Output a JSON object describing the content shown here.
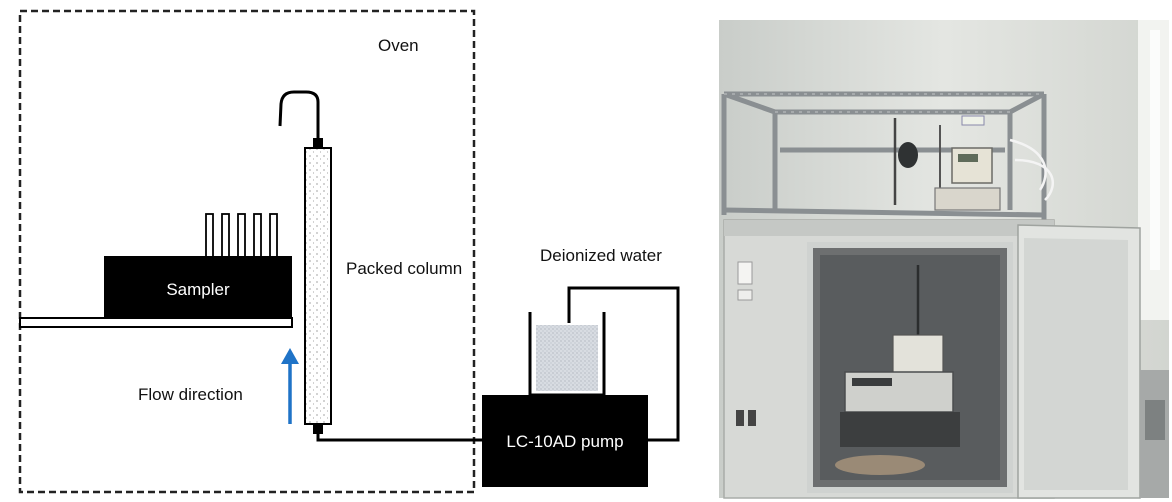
{
  "diagram": {
    "labels": {
      "oven": "Oven",
      "packed_column": "Packed column",
      "deionized_water": "Deionized water",
      "sampler": "Sampler",
      "flow_direction": "Flow direction",
      "pump": "LC-10AD pump"
    },
    "colors": {
      "line": "#000000",
      "box_fill": "#000000",
      "box_text": "#ffffff",
      "flow_arrow": "#1f73c7",
      "water_fill": "#d9dde2",
      "column_fill": "#ffffff"
    }
  },
  "photo": {
    "icon": "photo-of-oven-apparatus"
  }
}
